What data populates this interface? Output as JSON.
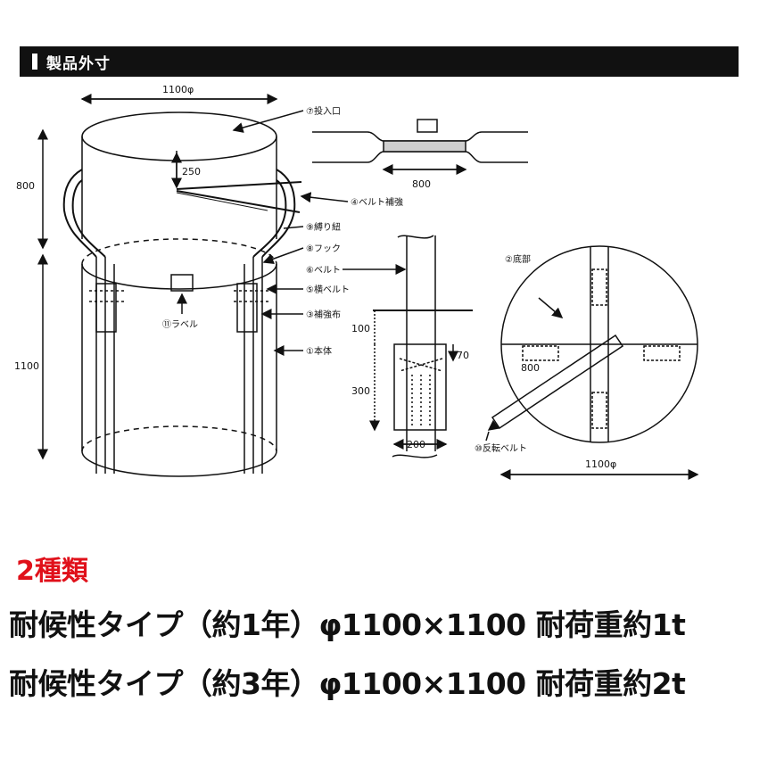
{
  "header": {
    "title": "製品外寸"
  },
  "dims": {
    "top_diameter": "1100φ",
    "body_height_top": "800",
    "body_height_main": "1100",
    "belt_offset": "250",
    "inlet_width": "800",
    "belt_100": "100",
    "belt_300": "300",
    "belt_70": "70",
    "belt_200": "200",
    "bottom_800": "800",
    "bottom_diameter": "1100φ"
  },
  "labels": {
    "inlet": "⑦投入口",
    "belt_reinforce": "④ベルト補強",
    "tie_cord": "⑨縛り紐",
    "hook": "⑧フック",
    "belt": "⑥ベルト",
    "horizontal_belt": "⑤横ベルト",
    "reinforce_cloth": "③補強布",
    "body": "①本体",
    "label": "⑪ラベル",
    "bottom": "②底部",
    "reverse_belt": "⑩反転ベルト"
  },
  "types": {
    "title": "2種類",
    "items": [
      "耐候性タイプ（約1年）φ1100×1100 耐荷重約1t",
      "耐候性タイプ（約3年）φ1100×1100 耐荷重約2t"
    ]
  }
}
